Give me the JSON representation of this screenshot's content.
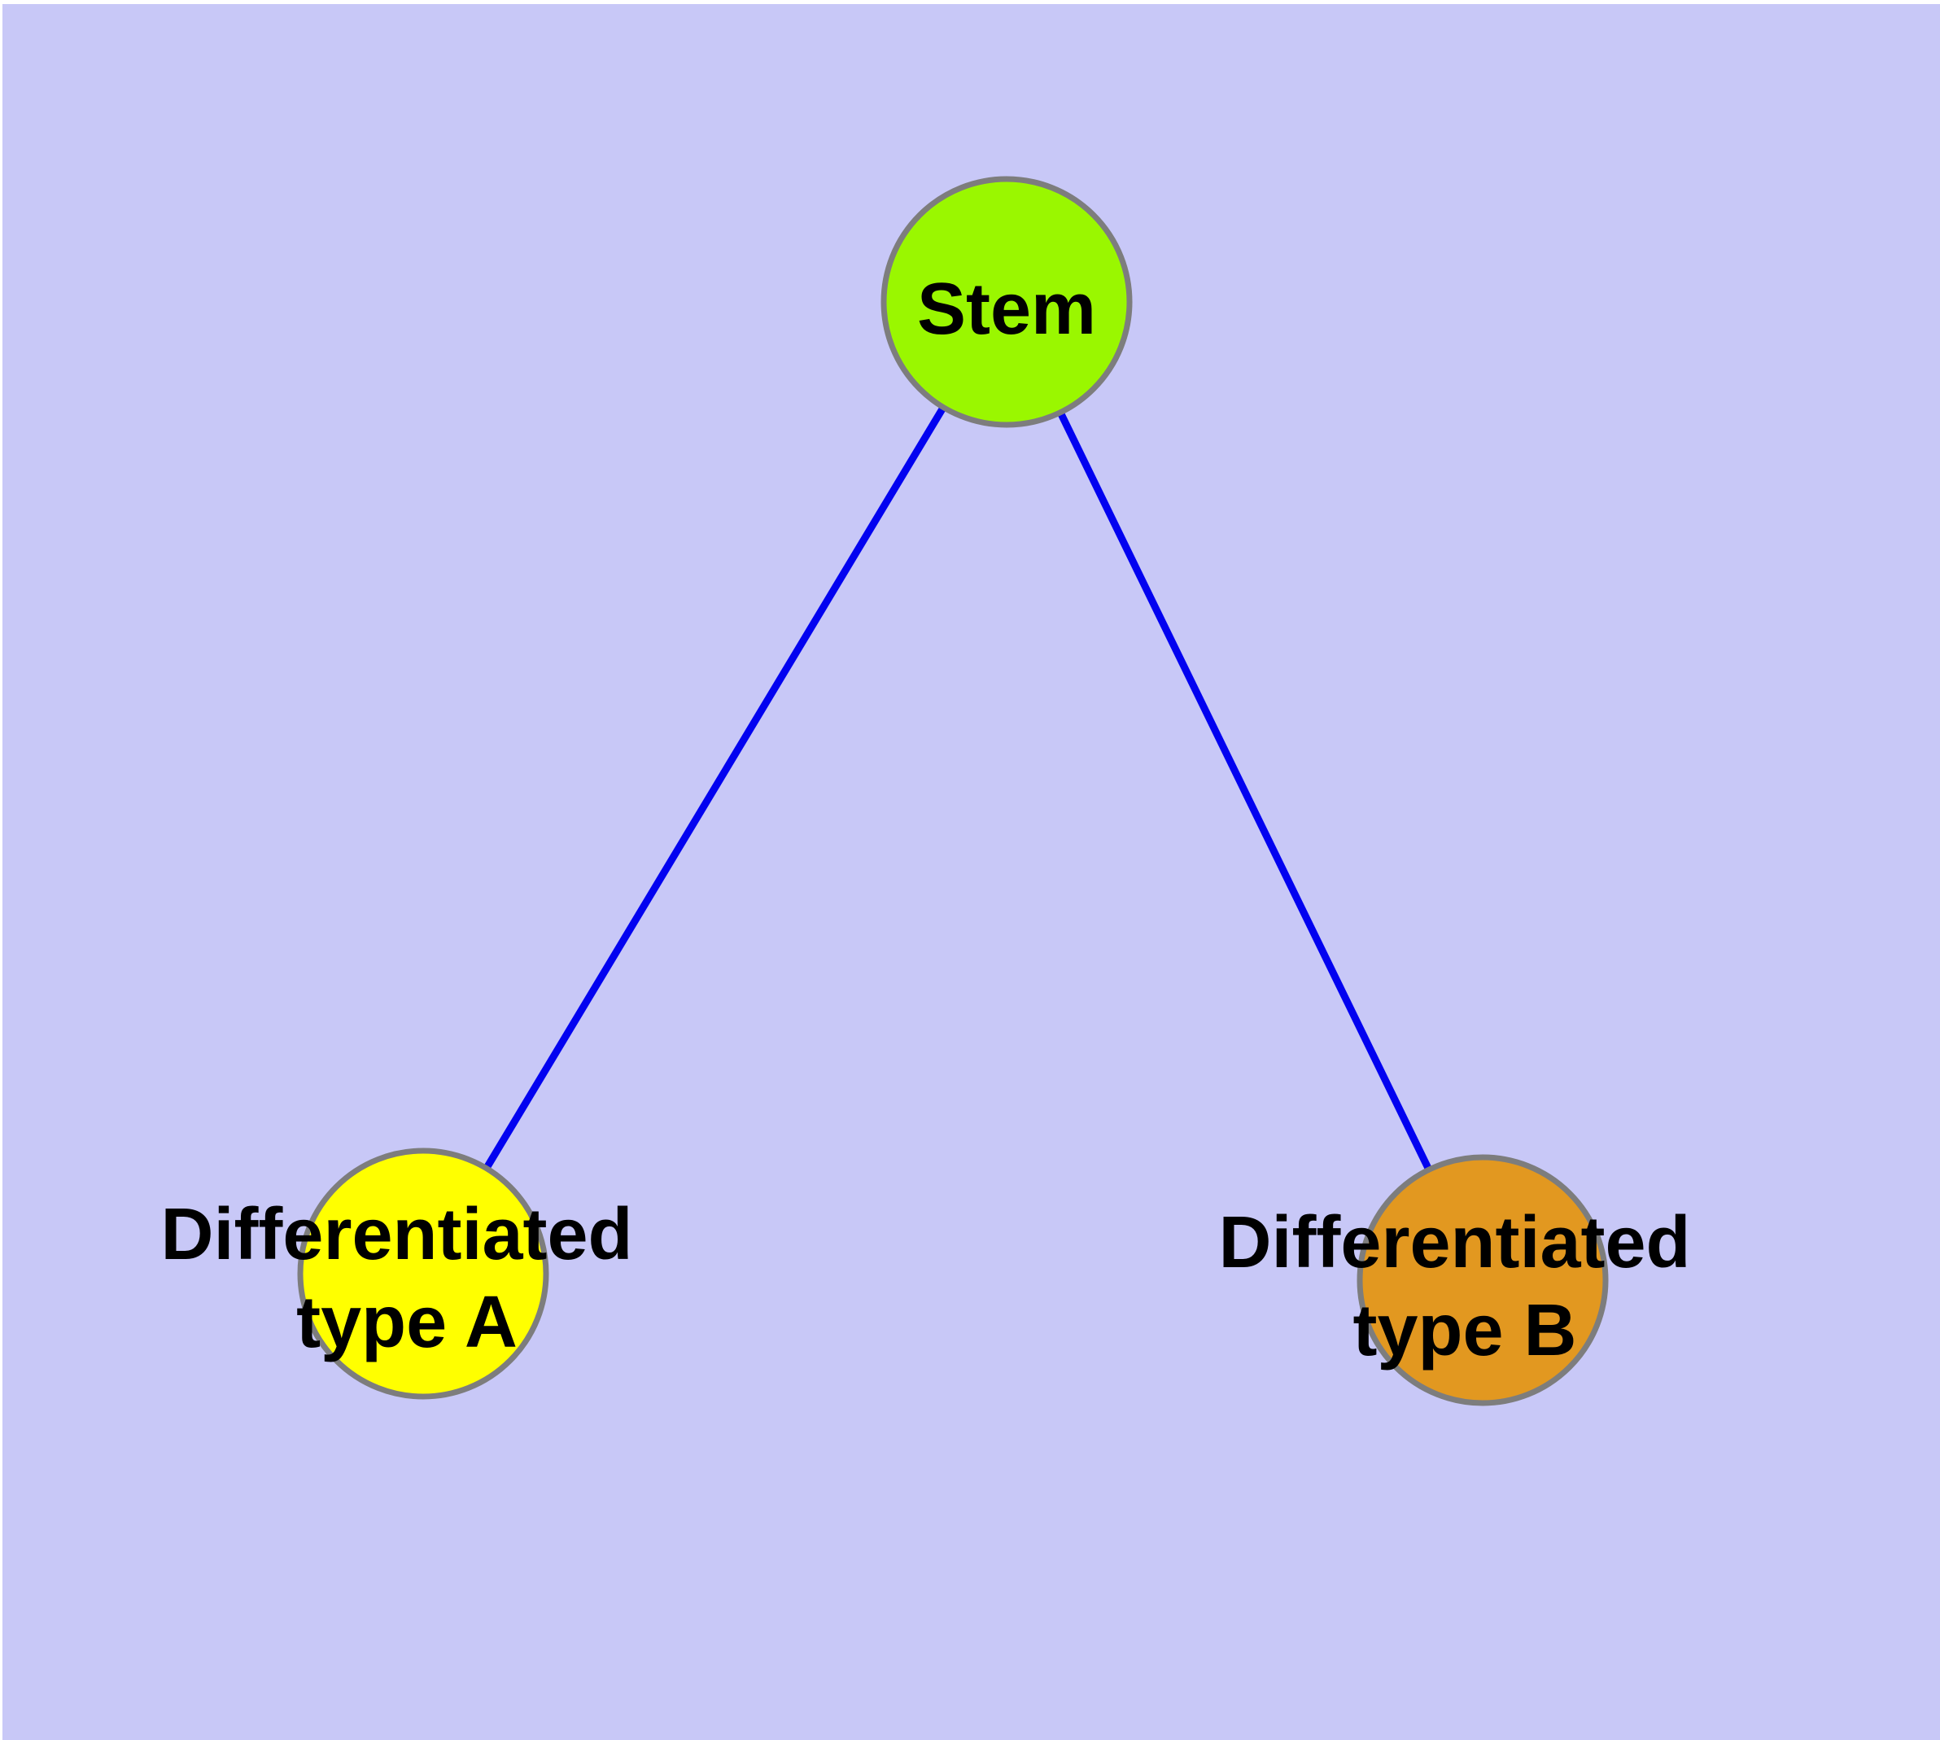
{
  "diagram": {
    "type": "graph",
    "background_color": "#C8C8F7",
    "page_border_color": "#FFFFFF",
    "edge_color": "#0202F0",
    "node_border_color": "#7D7D7D",
    "label_color": "#000000",
    "nodes": [
      {
        "id": "stem",
        "label": "Stem",
        "label_line1": "Stem",
        "label_line2": "",
        "color": "#9AF700"
      },
      {
        "id": "differentiated-type-a",
        "label": "Differentiated type A",
        "label_line1": "Differentiated",
        "label_line2": "type A",
        "color": "#FFFF00"
      },
      {
        "id": "differentiated-type-b",
        "label": "Differentiated type B",
        "label_line1": "Differentiated",
        "label_line2": "type B",
        "color": "#E29820"
      }
    ],
    "edges": [
      {
        "from": "Stem",
        "to": "Differentiated type A"
      },
      {
        "from": "Stem",
        "to": "Differentiated type B"
      }
    ]
  }
}
